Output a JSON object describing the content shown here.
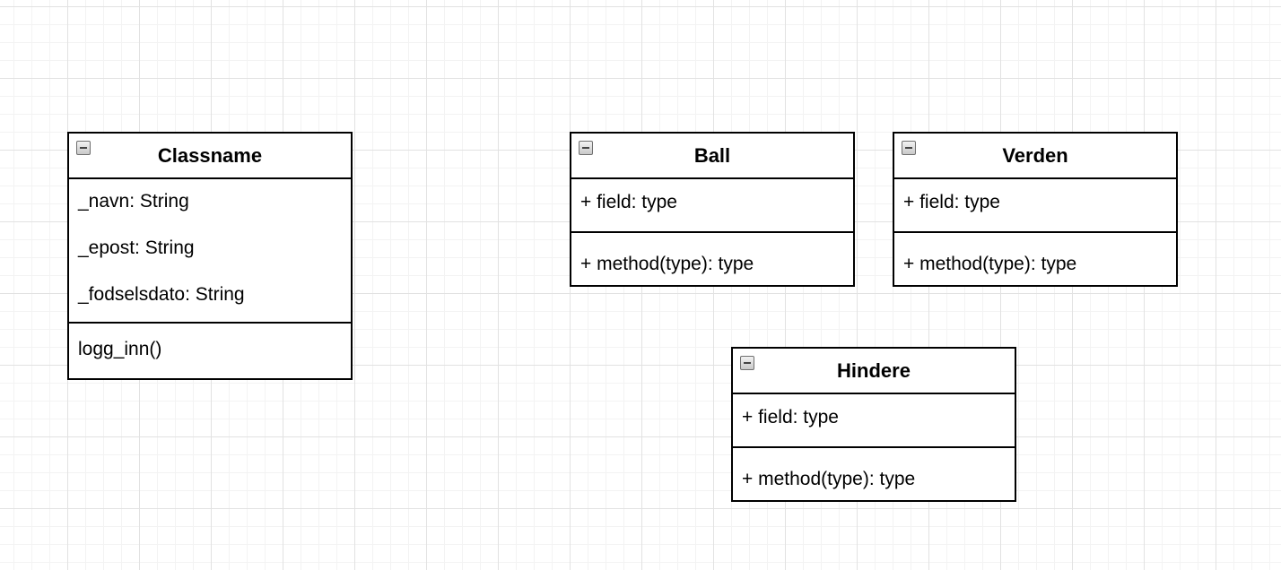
{
  "canvas": {
    "grid": true
  },
  "classes": {
    "classname": {
      "name": "Classname",
      "fields": [
        "_navn: String",
        "_epost: String",
        "_fodselsdato: String"
      ],
      "methods": [
        "logg_inn()"
      ]
    },
    "ball": {
      "name": "Ball",
      "fields": [
        "+ field: type"
      ],
      "methods": [
        "+ method(type): type"
      ]
    },
    "verden": {
      "name": "Verden",
      "fields": [
        "+ field: type"
      ],
      "methods": [
        "+ method(type): type"
      ]
    },
    "hindere": {
      "name": "Hindere",
      "fields": [
        "+ field: type"
      ],
      "methods": [
        "+ method(type): type"
      ]
    }
  },
  "icons": {
    "collapse": "minus-square-icon"
  }
}
